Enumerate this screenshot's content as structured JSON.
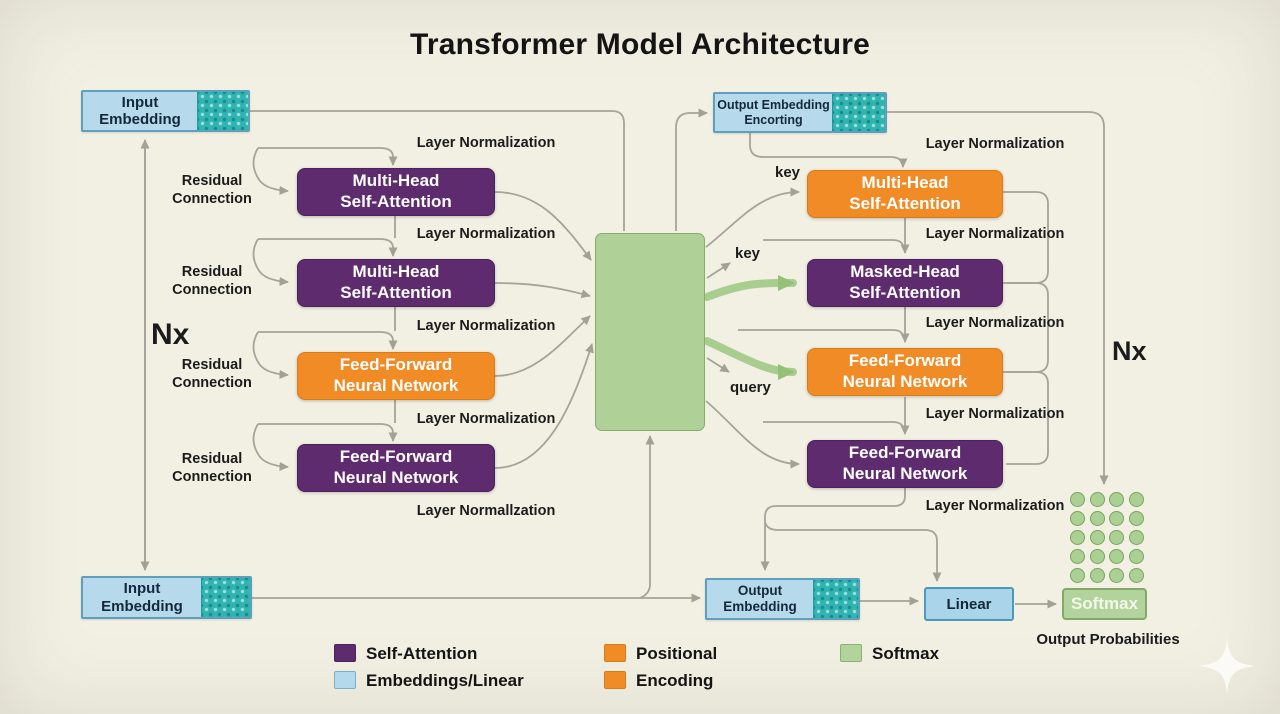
{
  "title": "Transformer Model Architecture",
  "encoder": {
    "nx": "Nx",
    "top_embedding": {
      "label": "Input Embedding"
    },
    "bottom_embedding": {
      "label": "Input Embedding"
    },
    "blocks": [
      {
        "line1": "Multi-Head",
        "line2": "Self-Attention",
        "color": "#5d2b6e"
      },
      {
        "line1": "Multi-Head",
        "line2": "Self-Attention",
        "color": "#5d2b6e"
      },
      {
        "line1": "Feed-Forward",
        "line2": "Neural Network",
        "color": "#f08b26"
      },
      {
        "line1": "Feed-Forward",
        "line2": "Neural Network",
        "color": "#5d2b6e"
      }
    ],
    "residual_labels": [
      {
        "line1": "Residual",
        "line2": "Connection"
      },
      {
        "line1": "Residual",
        "line2": "Connection"
      },
      {
        "line1": "Residual",
        "line2": "Connection"
      },
      {
        "line1": "Residual",
        "line2": "Connection"
      }
    ],
    "layer_norm_labels": [
      "Layer Normalization",
      "Layer Normalization",
      "Layer Normalization",
      "Layer Normalization",
      "Layer Normallzation"
    ]
  },
  "decoder": {
    "nx": "Nx",
    "top_embedding": {
      "line1": "Output Embedding",
      "line2": "Encorting"
    },
    "blocks": [
      {
        "line1": "Multi-Head",
        "line2": "Self-Attention",
        "color": "#f08b26"
      },
      {
        "line1": "Masked-Head",
        "line2": "Self-Attention",
        "color": "#5d2b6e"
      },
      {
        "line1": "Feed-Forward",
        "line2": "Neural Network",
        "color": "#f08b26"
      },
      {
        "line1": "Feed-Forward",
        "line2": "Neural Network",
        "color": "#5d2b6e"
      }
    ],
    "layer_norm_labels": [
      "Layer Normalization",
      "Layer Normalization",
      "Layer Normalization",
      "Layer Normalization",
      "Layer Normalization"
    ],
    "edge_labels": {
      "key_top": "key",
      "key_mid": "key",
      "query": "query"
    }
  },
  "output_chain": {
    "output_embedding": "Output Embedding",
    "linear": "Linear",
    "softmax": "Softmax",
    "caption": "Output Probabilities",
    "dots": {
      "rows": 5,
      "cols": 4
    }
  },
  "legend": {
    "items": [
      {
        "label": "Self-Attention",
        "color": "#5d2b6e"
      },
      {
        "label": "Embeddings/Linear",
        "color": "#b5d9ec"
      },
      {
        "label": "Positional",
        "color": "#f08b26"
      },
      {
        "label": "Encoding",
        "color": "#f08b26"
      },
      {
        "label": "Softmax",
        "color": "#b2d39c"
      }
    ]
  },
  "colors": {
    "background": "#f2f0e3",
    "purple": "#5d2b6e",
    "orange": "#f08b26",
    "embedding_blue": "#b5d9ec",
    "embedding_teal": "#2fb4b2",
    "green_panel": "#afd197",
    "softmax_green": "#b2d39c",
    "line_gray": "#a6a39a",
    "green_arrow": "#a9cd8f"
  }
}
